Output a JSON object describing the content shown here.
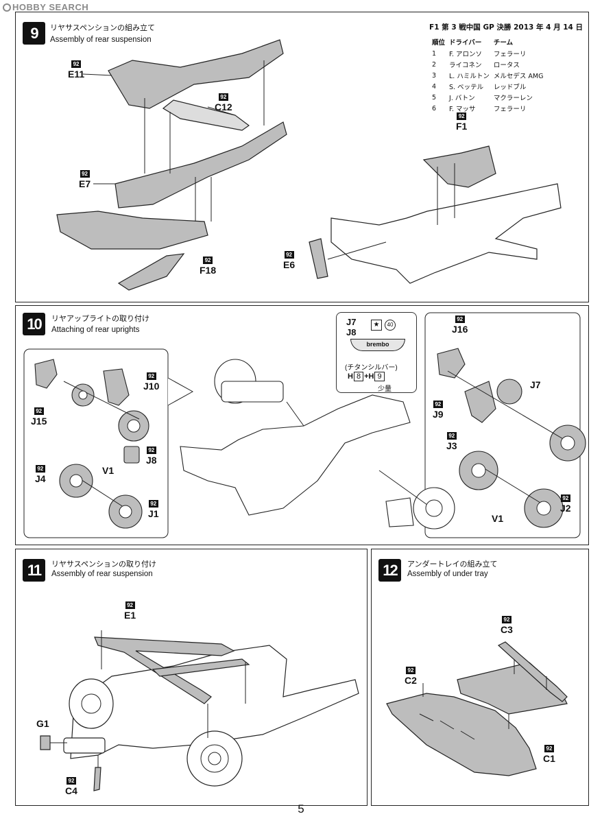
{
  "watermark": "HOBBY SEARCH",
  "page_number": "5",
  "steps": [
    {
      "number": "9",
      "title_jp": "リヤサスペンションの組み立て",
      "title_en": "Assembly of rear suspension",
      "parts": [
        {
          "code": "92",
          "label": "E11"
        },
        {
          "code": "92",
          "label": "C12"
        },
        {
          "code": "92",
          "label": "E7"
        },
        {
          "code": "92",
          "label": "F18"
        },
        {
          "code": "92",
          "label": "F1"
        },
        {
          "code": "92",
          "label": "E6"
        }
      ]
    },
    {
      "number": "10",
      "title_jp": "リヤアップライトの取り付け",
      "title_en": "Attaching of rear uprights",
      "parts": [
        {
          "code": "92",
          "label": "J15"
        },
        {
          "code": "92",
          "label": "J10"
        },
        {
          "code": "92",
          "label": "J8"
        },
        {
          "code": "92",
          "label": "J4"
        },
        {
          "code": "",
          "label": "V1"
        },
        {
          "code": "92",
          "label": "J1"
        },
        {
          "code": "92",
          "label": "J16"
        },
        {
          "code": "",
          "label": "J7"
        },
        {
          "code": "92",
          "label": "J9"
        },
        {
          "code": "92",
          "label": "J3"
        },
        {
          "code": "92",
          "label": "J2"
        },
        {
          "code": "",
          "label": "V1"
        }
      ]
    },
    {
      "number": "11",
      "title_jp": "リヤサスペンションの取り付け",
      "title_en": "Assembly of rear suspension",
      "parts": [
        {
          "code": "92",
          "label": "E1"
        },
        {
          "code": "",
          "label": "G1"
        },
        {
          "code": "92",
          "label": "C4"
        }
      ]
    },
    {
      "number": "12",
      "title_jp": "アンダートレイの組み立て",
      "title_en": "Assembly of under tray",
      "parts": [
        {
          "code": "92",
          "label": "C3"
        },
        {
          "code": "92",
          "label": "C2"
        },
        {
          "code": "92",
          "label": "C1"
        }
      ]
    }
  ],
  "race_results": {
    "title": "F1 第 3 戦中国 GP 決勝 2013 年 4 月 14 日",
    "headers": [
      "順位",
      "ドライバー",
      "チーム"
    ],
    "rows": [
      [
        "1",
        "F. アロンソ",
        "フェラーリ"
      ],
      [
        "2",
        "ライコネン",
        "ロータス"
      ],
      [
        "3",
        "L. ハミルトン",
        "メルセデス AMG"
      ],
      [
        "4",
        "S. ベッテル",
        "レッドブル"
      ],
      [
        "5",
        "J. バトン",
        "マクラーレン"
      ],
      [
        "6",
        "F. マッサ",
        "フェラーリ"
      ]
    ]
  },
  "paint_box": {
    "parts": [
      "J7",
      "J8"
    ],
    "decal_number": "40",
    "brand": "brembo",
    "paint_name": "(チタンシルバー)",
    "mix": [
      "H",
      "8",
      "+",
      "H",
      "9"
    ],
    "amount": "少量"
  }
}
